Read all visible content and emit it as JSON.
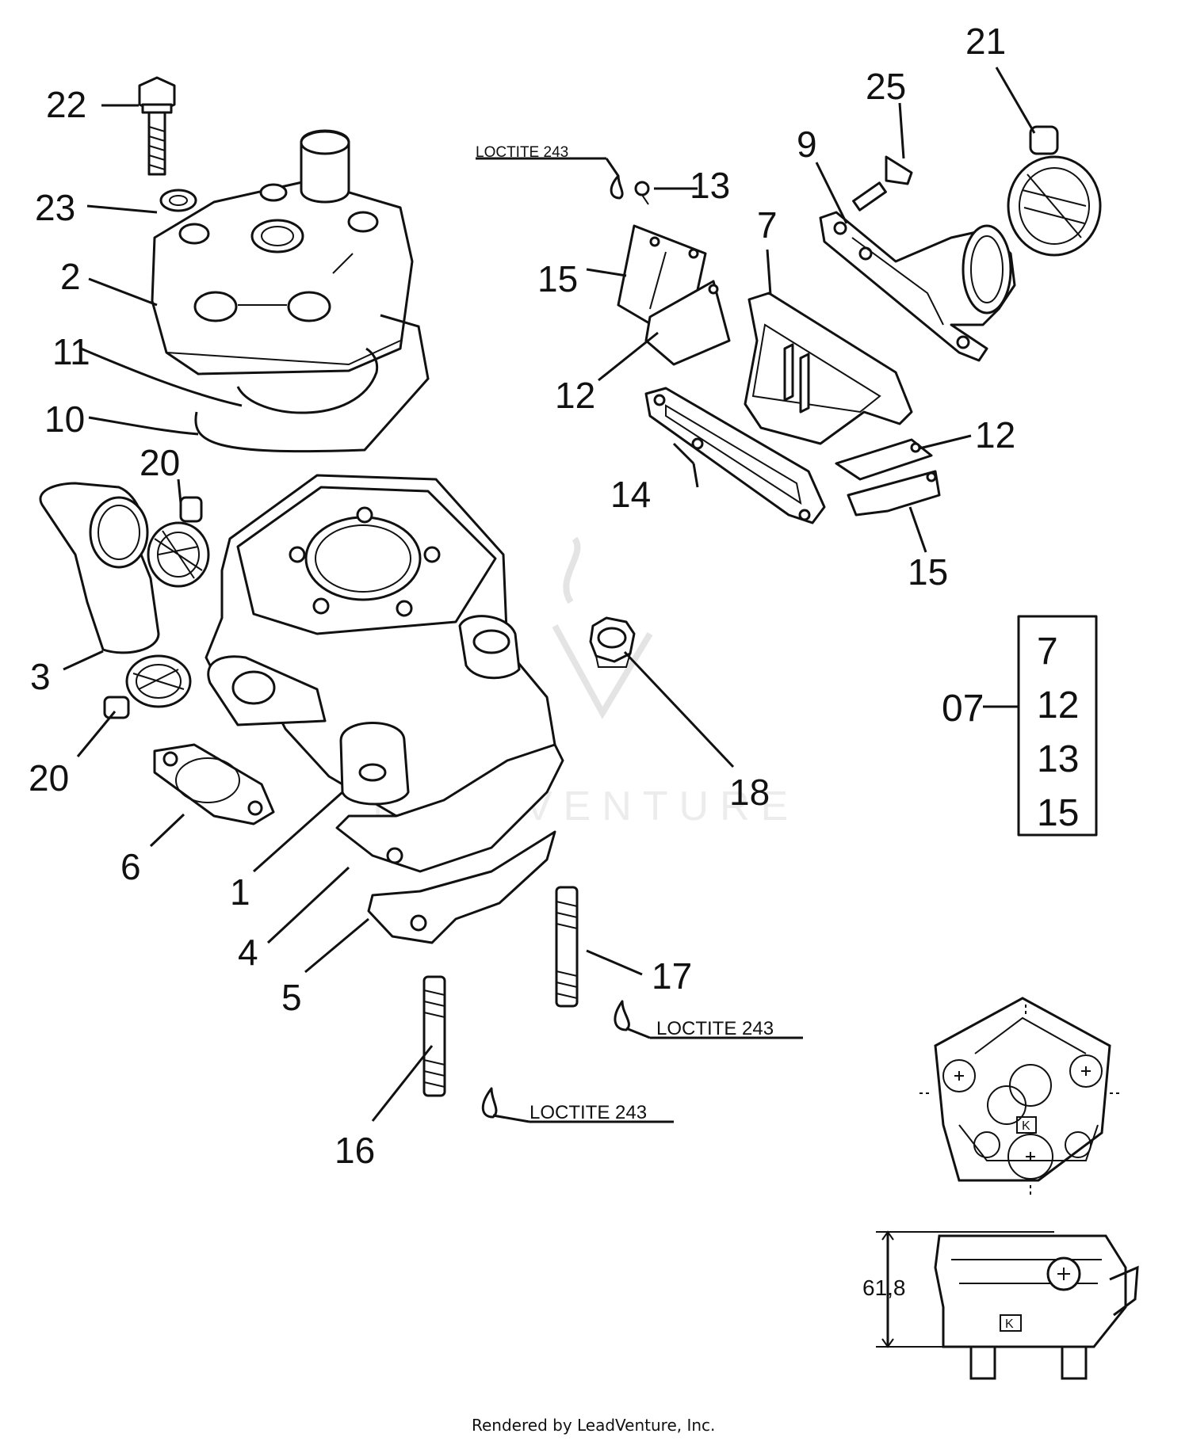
{
  "callouts": {
    "c1": "1",
    "c2": "2",
    "c3": "3",
    "c4": "4",
    "c5": "5",
    "c6": "6",
    "c7": "7",
    "c9": "9",
    "c10": "10",
    "c11": "11",
    "c12a": "12",
    "c12b": "12",
    "c13": "13",
    "c14": "14",
    "c15a": "15",
    "c15b": "15",
    "c16": "16",
    "c17": "17",
    "c18": "18",
    "c20a": "20",
    "c20b": "20",
    "c21": "21",
    "c22": "22",
    "c23": "23",
    "c25": "25"
  },
  "loctite_notes": {
    "top": "LOCTITE 243",
    "stud17": "LOCTITE 243",
    "stud16": "LOCTITE 243"
  },
  "kit": {
    "label": "07",
    "items": [
      "7",
      "12",
      "13",
      "15"
    ]
  },
  "detail": {
    "dimension": "61,8",
    "mark_top": "K",
    "mark_side": "K"
  },
  "watermark": "LEADVENTURE",
  "footer": "Rendered by LeadVenture, Inc."
}
